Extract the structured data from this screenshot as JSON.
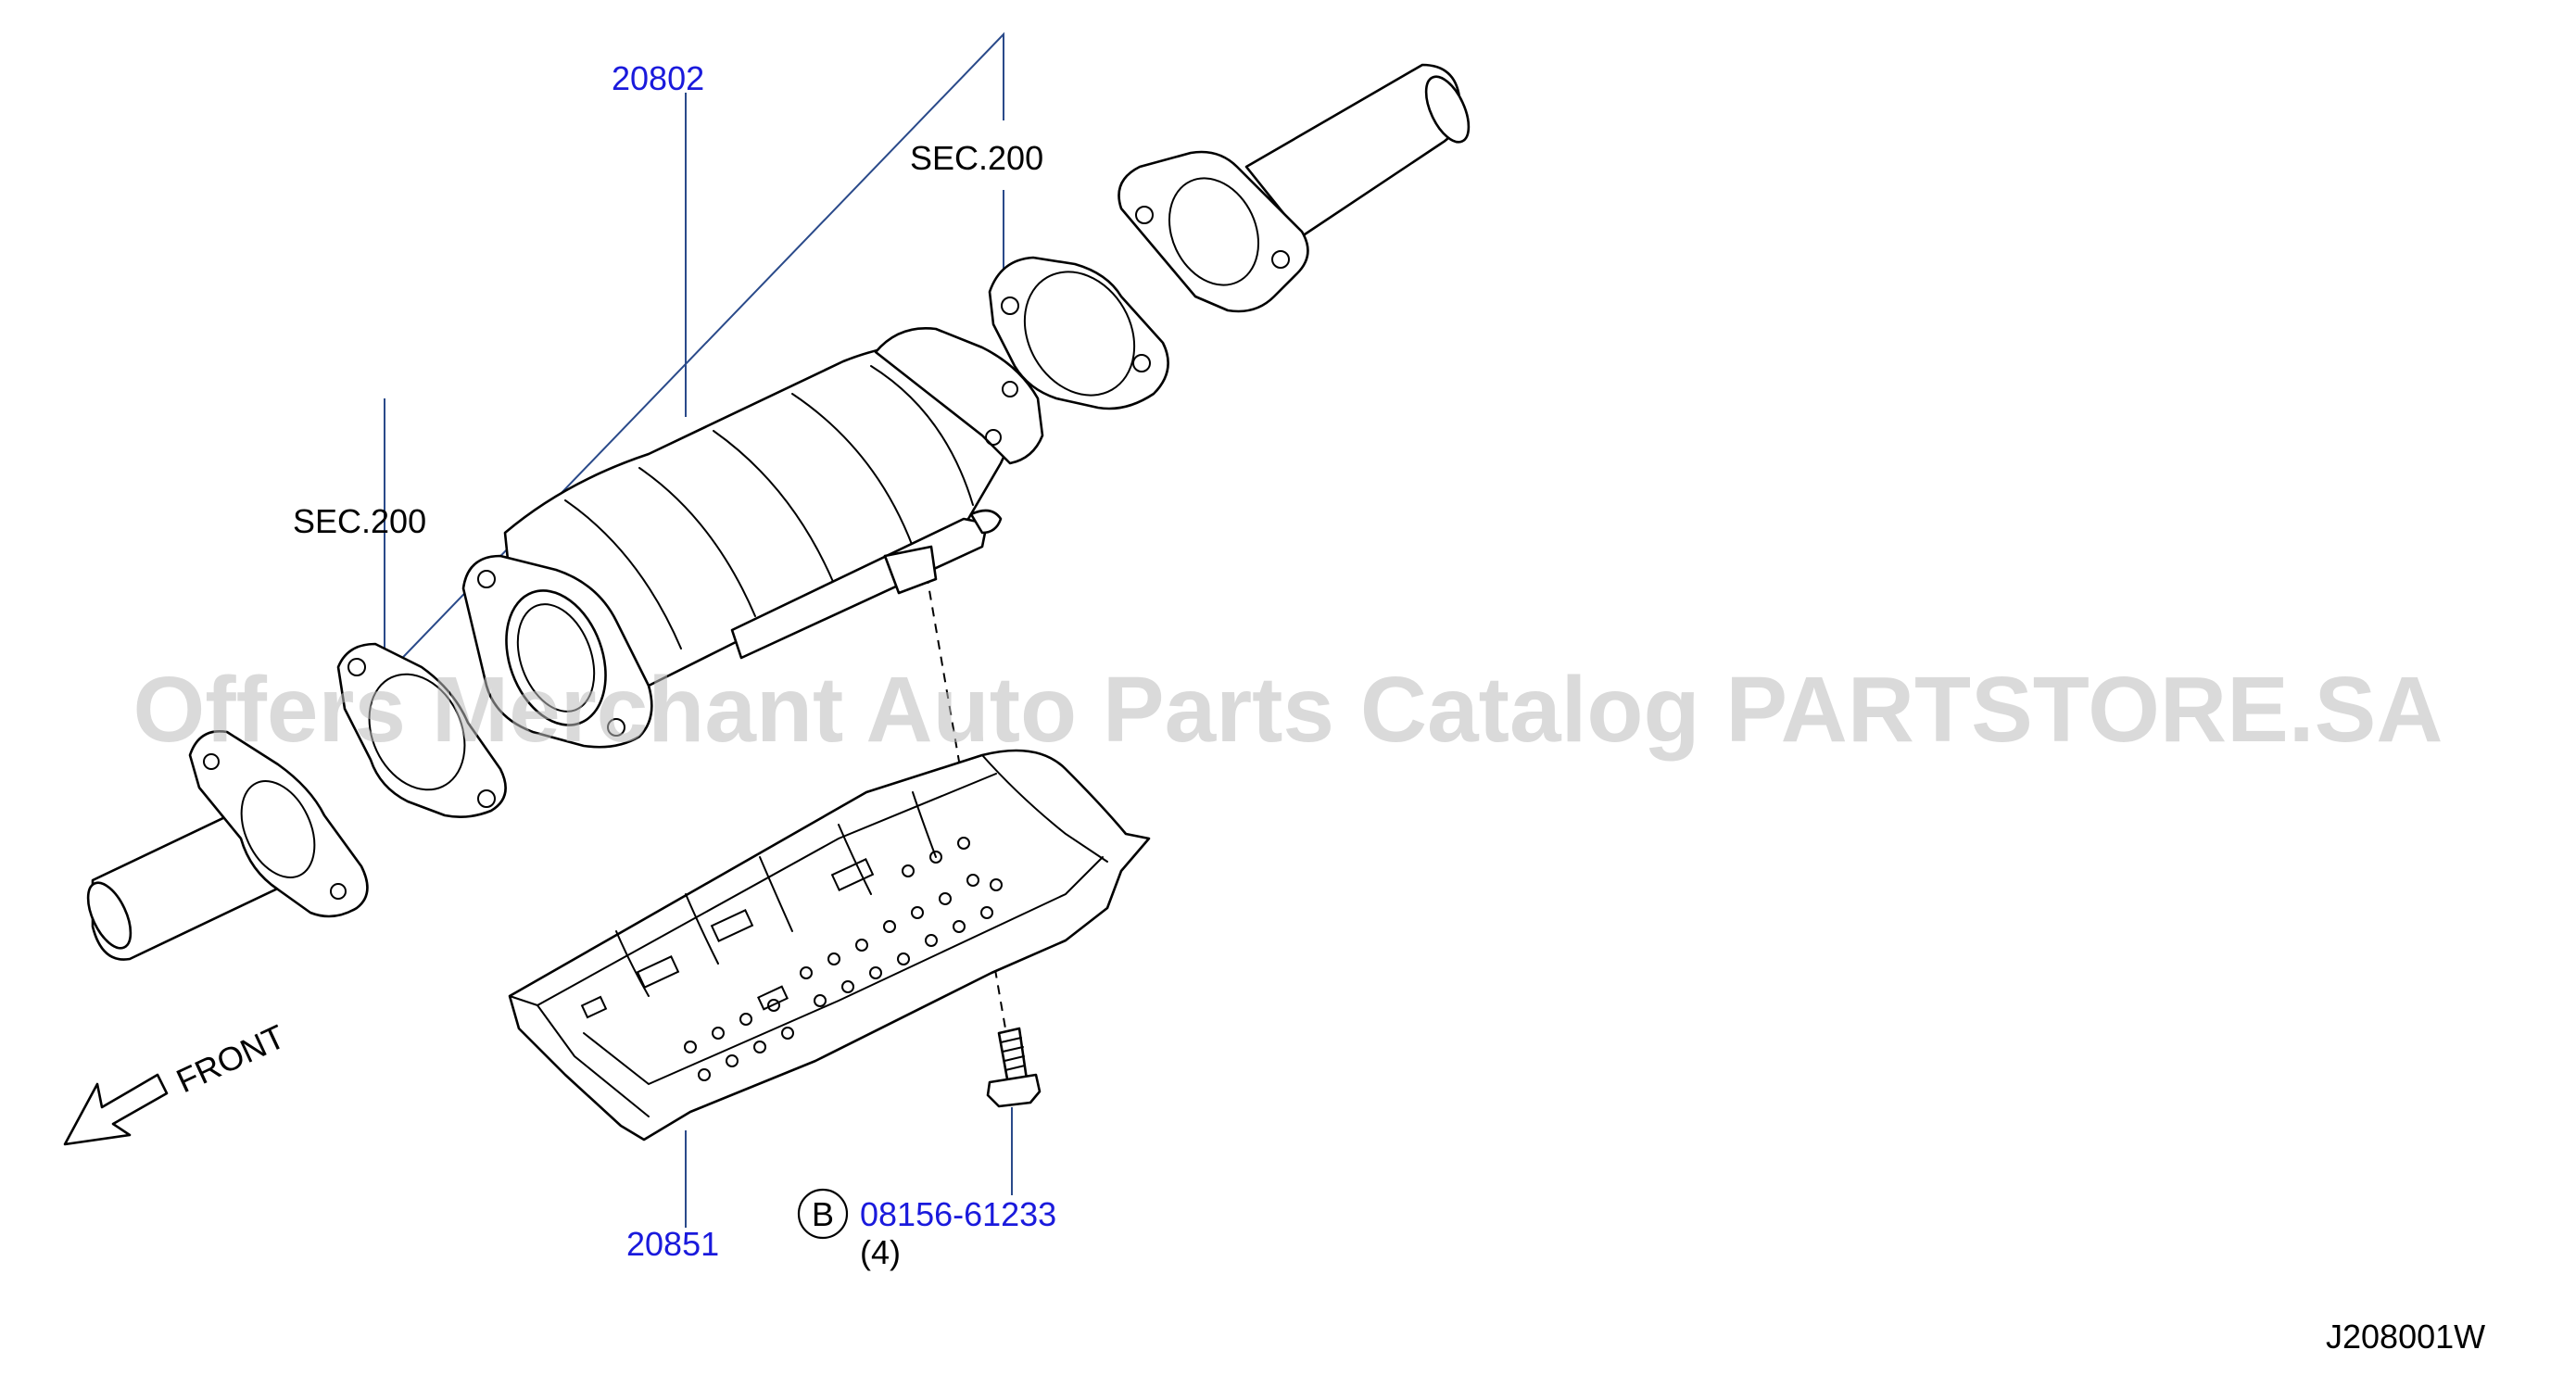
{
  "parts": {
    "catalytic_converter": "20802",
    "heat_insulator": "20851",
    "bolt": "08156-61233",
    "bolt_qty": "(4)",
    "bolt_marker": "B"
  },
  "refs": {
    "sec_upper": "SEC.200",
    "sec_lower": "SEC.200"
  },
  "front_label": "FRONT",
  "diagram_code": "J208001W",
  "watermark": "Offers Merchant Auto Parts Catalog PARTSTORE.SA",
  "colors": {
    "part_number": "#1a1adc",
    "leader": "#2a4a8a",
    "watermark": "#bcbcbc"
  }
}
